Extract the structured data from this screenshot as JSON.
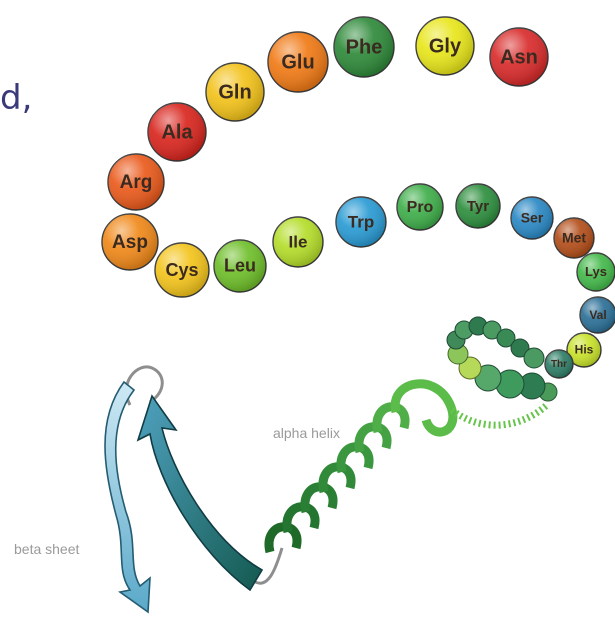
{
  "text_fragment": "d,",
  "labels": {
    "alpha_helix": "alpha helix",
    "beta_sheet": "beta sheet"
  },
  "amino_acids": [
    {
      "name": "Asn",
      "color": "#d92b2b"
    },
    {
      "name": "Gly",
      "color": "#e8e61a"
    },
    {
      "name": "Phe",
      "color": "#2f8a3a"
    },
    {
      "name": "Glu",
      "color": "#f07a16"
    },
    {
      "name": "Gln",
      "color": "#f2c21a"
    },
    {
      "name": "Ala",
      "color": "#d9261f"
    },
    {
      "name": "Arg",
      "color": "#ea5a1c"
    },
    {
      "name": "Asp",
      "color": "#f0891a"
    },
    {
      "name": "Cys",
      "color": "#f3c41c"
    },
    {
      "name": "Leu",
      "color": "#6fbf2a"
    },
    {
      "name": "Ile",
      "color": "#b4dd2a"
    },
    {
      "name": "Trp",
      "color": "#2a9bd4"
    },
    {
      "name": "Pro",
      "color": "#3fae4a"
    },
    {
      "name": "Tyr",
      "color": "#2e8f3e"
    },
    {
      "name": "Ser",
      "color": "#2a88c4"
    },
    {
      "name": "Met",
      "color": "#b34e1a"
    },
    {
      "name": "Lys",
      "color": "#43b94a"
    },
    {
      "name": "Val",
      "color": "#2b6f96"
    },
    {
      "name": "His",
      "color": "#c8e22a"
    },
    {
      "name": "Thr",
      "color": "#2e7d66"
    }
  ],
  "colors": {
    "helix_dark": "#1f6e2a",
    "helix_light": "#7ad14e",
    "sheet_teal": "#1d6a82",
    "sheet_light": "#a9d7ea",
    "loop_grey": "#9a9a9a"
  }
}
